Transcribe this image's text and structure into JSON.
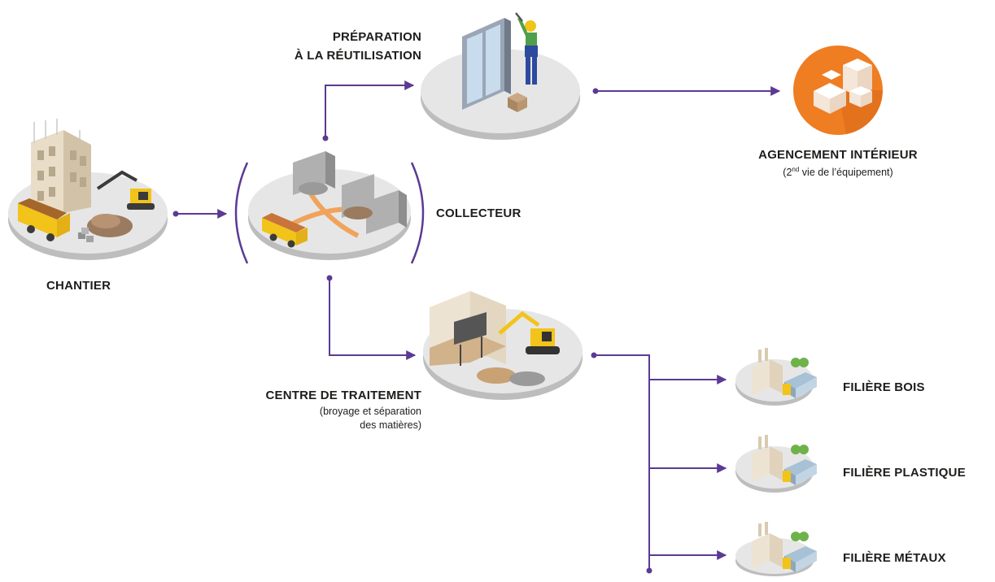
{
  "colors": {
    "flow_line": "#5b3a93",
    "platform": "#e4e4e4",
    "platform_side": "#bdbdbd",
    "orange_badge": "#ef7d22",
    "truck_yellow": "#f2c319",
    "building": "#e6dbc8"
  },
  "nodes": {
    "chantier": {
      "label": "CHANTIER"
    },
    "collecteur": {
      "label": "COLLECTEUR"
    },
    "preparation": {
      "line1": "PRÉPARATION",
      "line2": "À LA RÉUTILISATION"
    },
    "agencement": {
      "label": "AGENCEMENT INTÉRIEUR",
      "sub_prefix": "(2",
      "sub_sup": "nd",
      "sub_suffix": " vie de l’équipement)",
      "icon": "furniture-cubes-icon"
    },
    "centre": {
      "label": "CENTRE DE TRAITEMENT",
      "sub1": "(broyage et séparation",
      "sub2": "des matières)"
    },
    "filieres": [
      {
        "label": "FILIÈRE BOIS"
      },
      {
        "label": "FILIÈRE PLASTIQUE"
      },
      {
        "label": "FILIÈRE MÉTAUX"
      }
    ]
  }
}
